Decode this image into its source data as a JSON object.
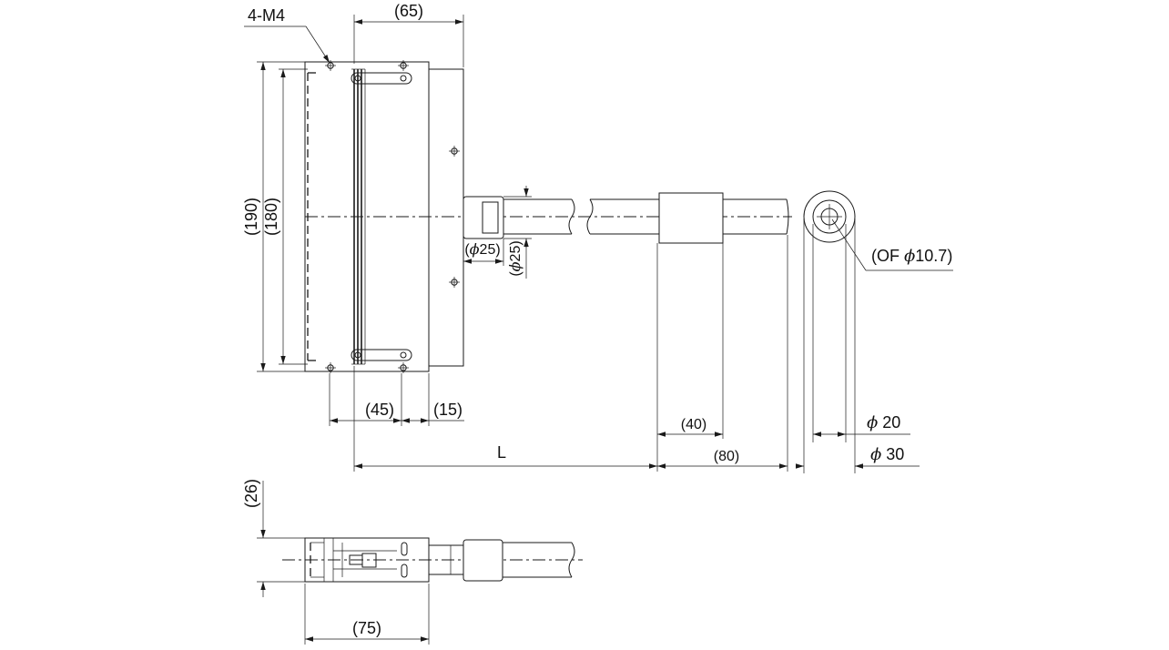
{
  "labels": {
    "thread": "4-M4",
    "width_top": "(65)",
    "height_outer": "(190)",
    "height_inner": "(180)",
    "dia_connector": "25",
    "dia_connector_h": "25",
    "dim_45": "(45)",
    "dim_15": "(15)",
    "length": "L",
    "dim_40": "(40)",
    "dim_80": "(80)",
    "of_label": "(OF ",
    "of_value": "10.7)",
    "dia_20": " 20",
    "dia_30": " 30",
    "dim_26": "(26)",
    "dim_75": "(75)",
    "phi": "ϕ"
  }
}
